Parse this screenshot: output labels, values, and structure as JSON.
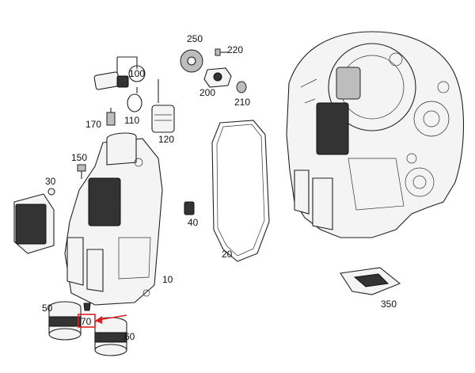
{
  "callouts": {
    "c10": "10",
    "c20": "20",
    "c30": "30",
    "c40": "40",
    "c50": "50",
    "c60": "60",
    "c70": "70",
    "c100": "100",
    "c110": "110",
    "c120": "120",
    "c150": "150",
    "c170": "170",
    "c200": "200",
    "c210": "210",
    "c220": "220",
    "c250": "250",
    "c350": "350"
  },
  "highlight": {
    "box_color": "#e02020",
    "arrow_color": "#e02020"
  }
}
